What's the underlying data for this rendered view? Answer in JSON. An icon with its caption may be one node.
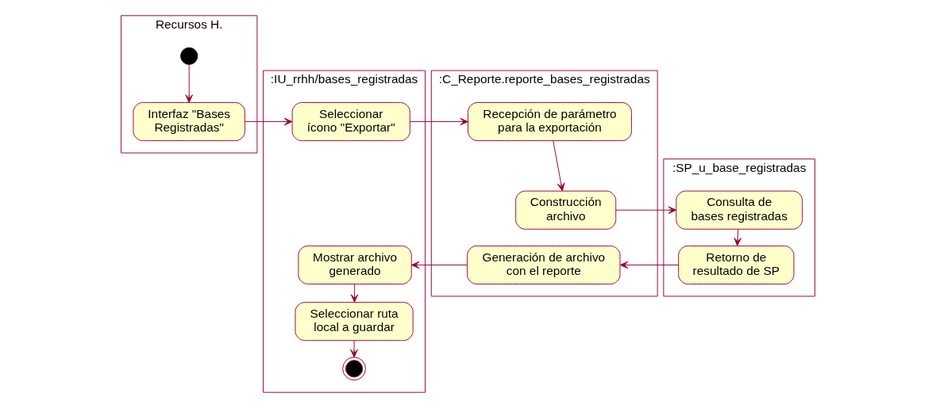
{
  "diagram": {
    "nodes": [
      {
        "text": [
          "Recursos H."
        ]
      },
      {
        "text": [],
        "shape": "circle",
        "in": 0
      },
      {
        "text": [
          "Interfaz \"Bases Registradas\""
        ],
        "in": 0
      },
      {
        "text": [
          ":IU_rrhh/bases_registradas"
        ]
      },
      {
        "text": [
          "Seleccionar ícono \"Exportar\""
        ],
        "in": 3
      },
      {
        "text": [
          "Mostrar archivo generado"
        ],
        "in": 3
      },
      {
        "text": [
          "Seleccionar ruta local a guardar"
        ],
        "in": 3
      },
      {
        "text": [],
        "shape": "circle",
        "in": 3
      },
      {
        "text": [
          ":C_Reporte.reporte_bases_registradas"
        ]
      },
      {
        "text": [
          "Recepción de parámetro para la exportación"
        ],
        "in": 8
      },
      {
        "text": [
          "Construcción archivo"
        ],
        "in": 8
      },
      {
        "text": [
          "Generación de archivo con el reporte"
        ],
        "in": 8
      },
      {
        "text": [
          ":SP_u_base_registradas"
        ]
      },
      {
        "text": [
          "Consulta de bases registradas"
        ],
        "in": 12
      },
      {
        "text": [
          "Retorno de resultado de SP"
        ],
        "in": 12
      }
    ],
    "edges": [
      {
        "from": 1,
        "to": 2,
        "arrow": "to"
      },
      {
        "from": 2,
        "to": 4,
        "arrow": "to"
      },
      {
        "from": 4,
        "to": 9,
        "arrow": "to"
      },
      {
        "from": 9,
        "to": 10,
        "arrow": "to"
      },
      {
        "from": 10,
        "to": 13,
        "arrow": "to"
      },
      {
        "from": 13,
        "to": 14,
        "arrow": "to"
      },
      {
        "from": 14,
        "to": 11,
        "arrow": "to"
      },
      {
        "from": 11,
        "to": 5,
        "arrow": "to"
      },
      {
        "from": 5,
        "to": 6,
        "arrow": "to"
      },
      {
        "from": 6,
        "to": 7,
        "arrow": "to"
      }
    ]
  }
}
